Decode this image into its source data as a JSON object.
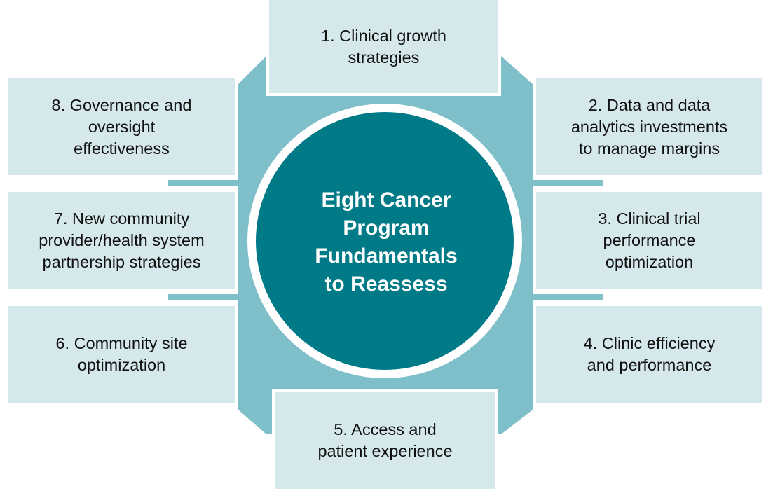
{
  "diagram": {
    "center_title": "Eight Cancer\nProgram\nFundamentals\nto Reassess",
    "items": [
      {
        "label": "1. Clinical growth\nstrategies"
      },
      {
        "label": "2. Data and data\nanalytics investments\nto manage margins"
      },
      {
        "label": "3. Clinical trial\nperformance\noptimization"
      },
      {
        "label": "4. Clinic efficiency\nand performance"
      },
      {
        "label": "5. Access and\npatient experience"
      },
      {
        "label": "6. Community site\noptimization"
      },
      {
        "label": "7. New community\nprovider/health system\npartnership strategies"
      },
      {
        "label": "8. Governance and\noversight\neffectiveness"
      }
    ]
  },
  "colors": {
    "octagon": "#7fbfc9",
    "circle_ring": "#ffffff",
    "circle_fill": "#007a87",
    "box_fill": "#d5e8ec",
    "box_text": "#111111",
    "center_text": "#ffffff"
  }
}
